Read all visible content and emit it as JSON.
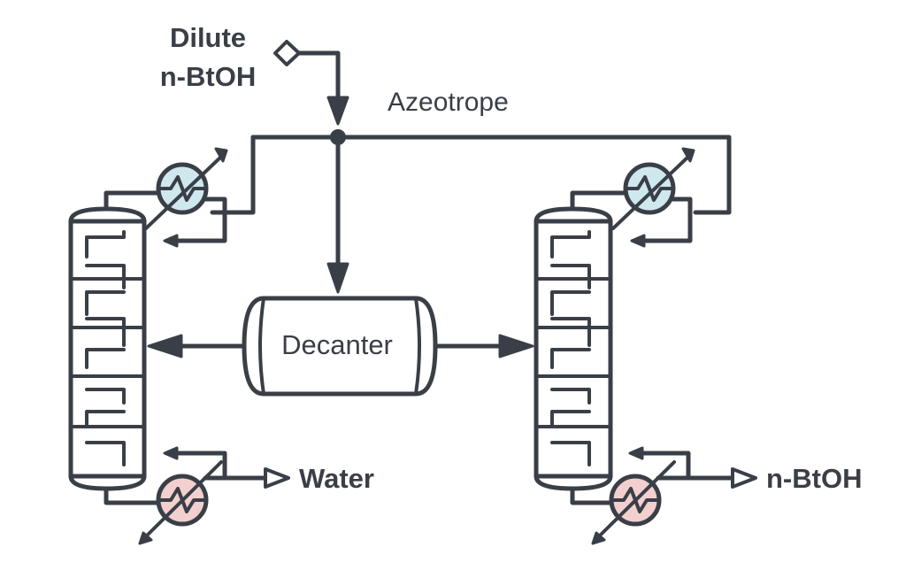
{
  "labels": {
    "feed_line1": "Dilute",
    "feed_line2": "n-BtOH",
    "azeotrope": "Azeotrope",
    "decanter": "Decanter",
    "water": "Water",
    "product": "n-BtOH"
  },
  "colors": {
    "line": "#3a3f47",
    "condenser_fill": "#cfe8ee",
    "reboiler_fill": "#f3cfd0",
    "background": "#ffffff"
  }
}
